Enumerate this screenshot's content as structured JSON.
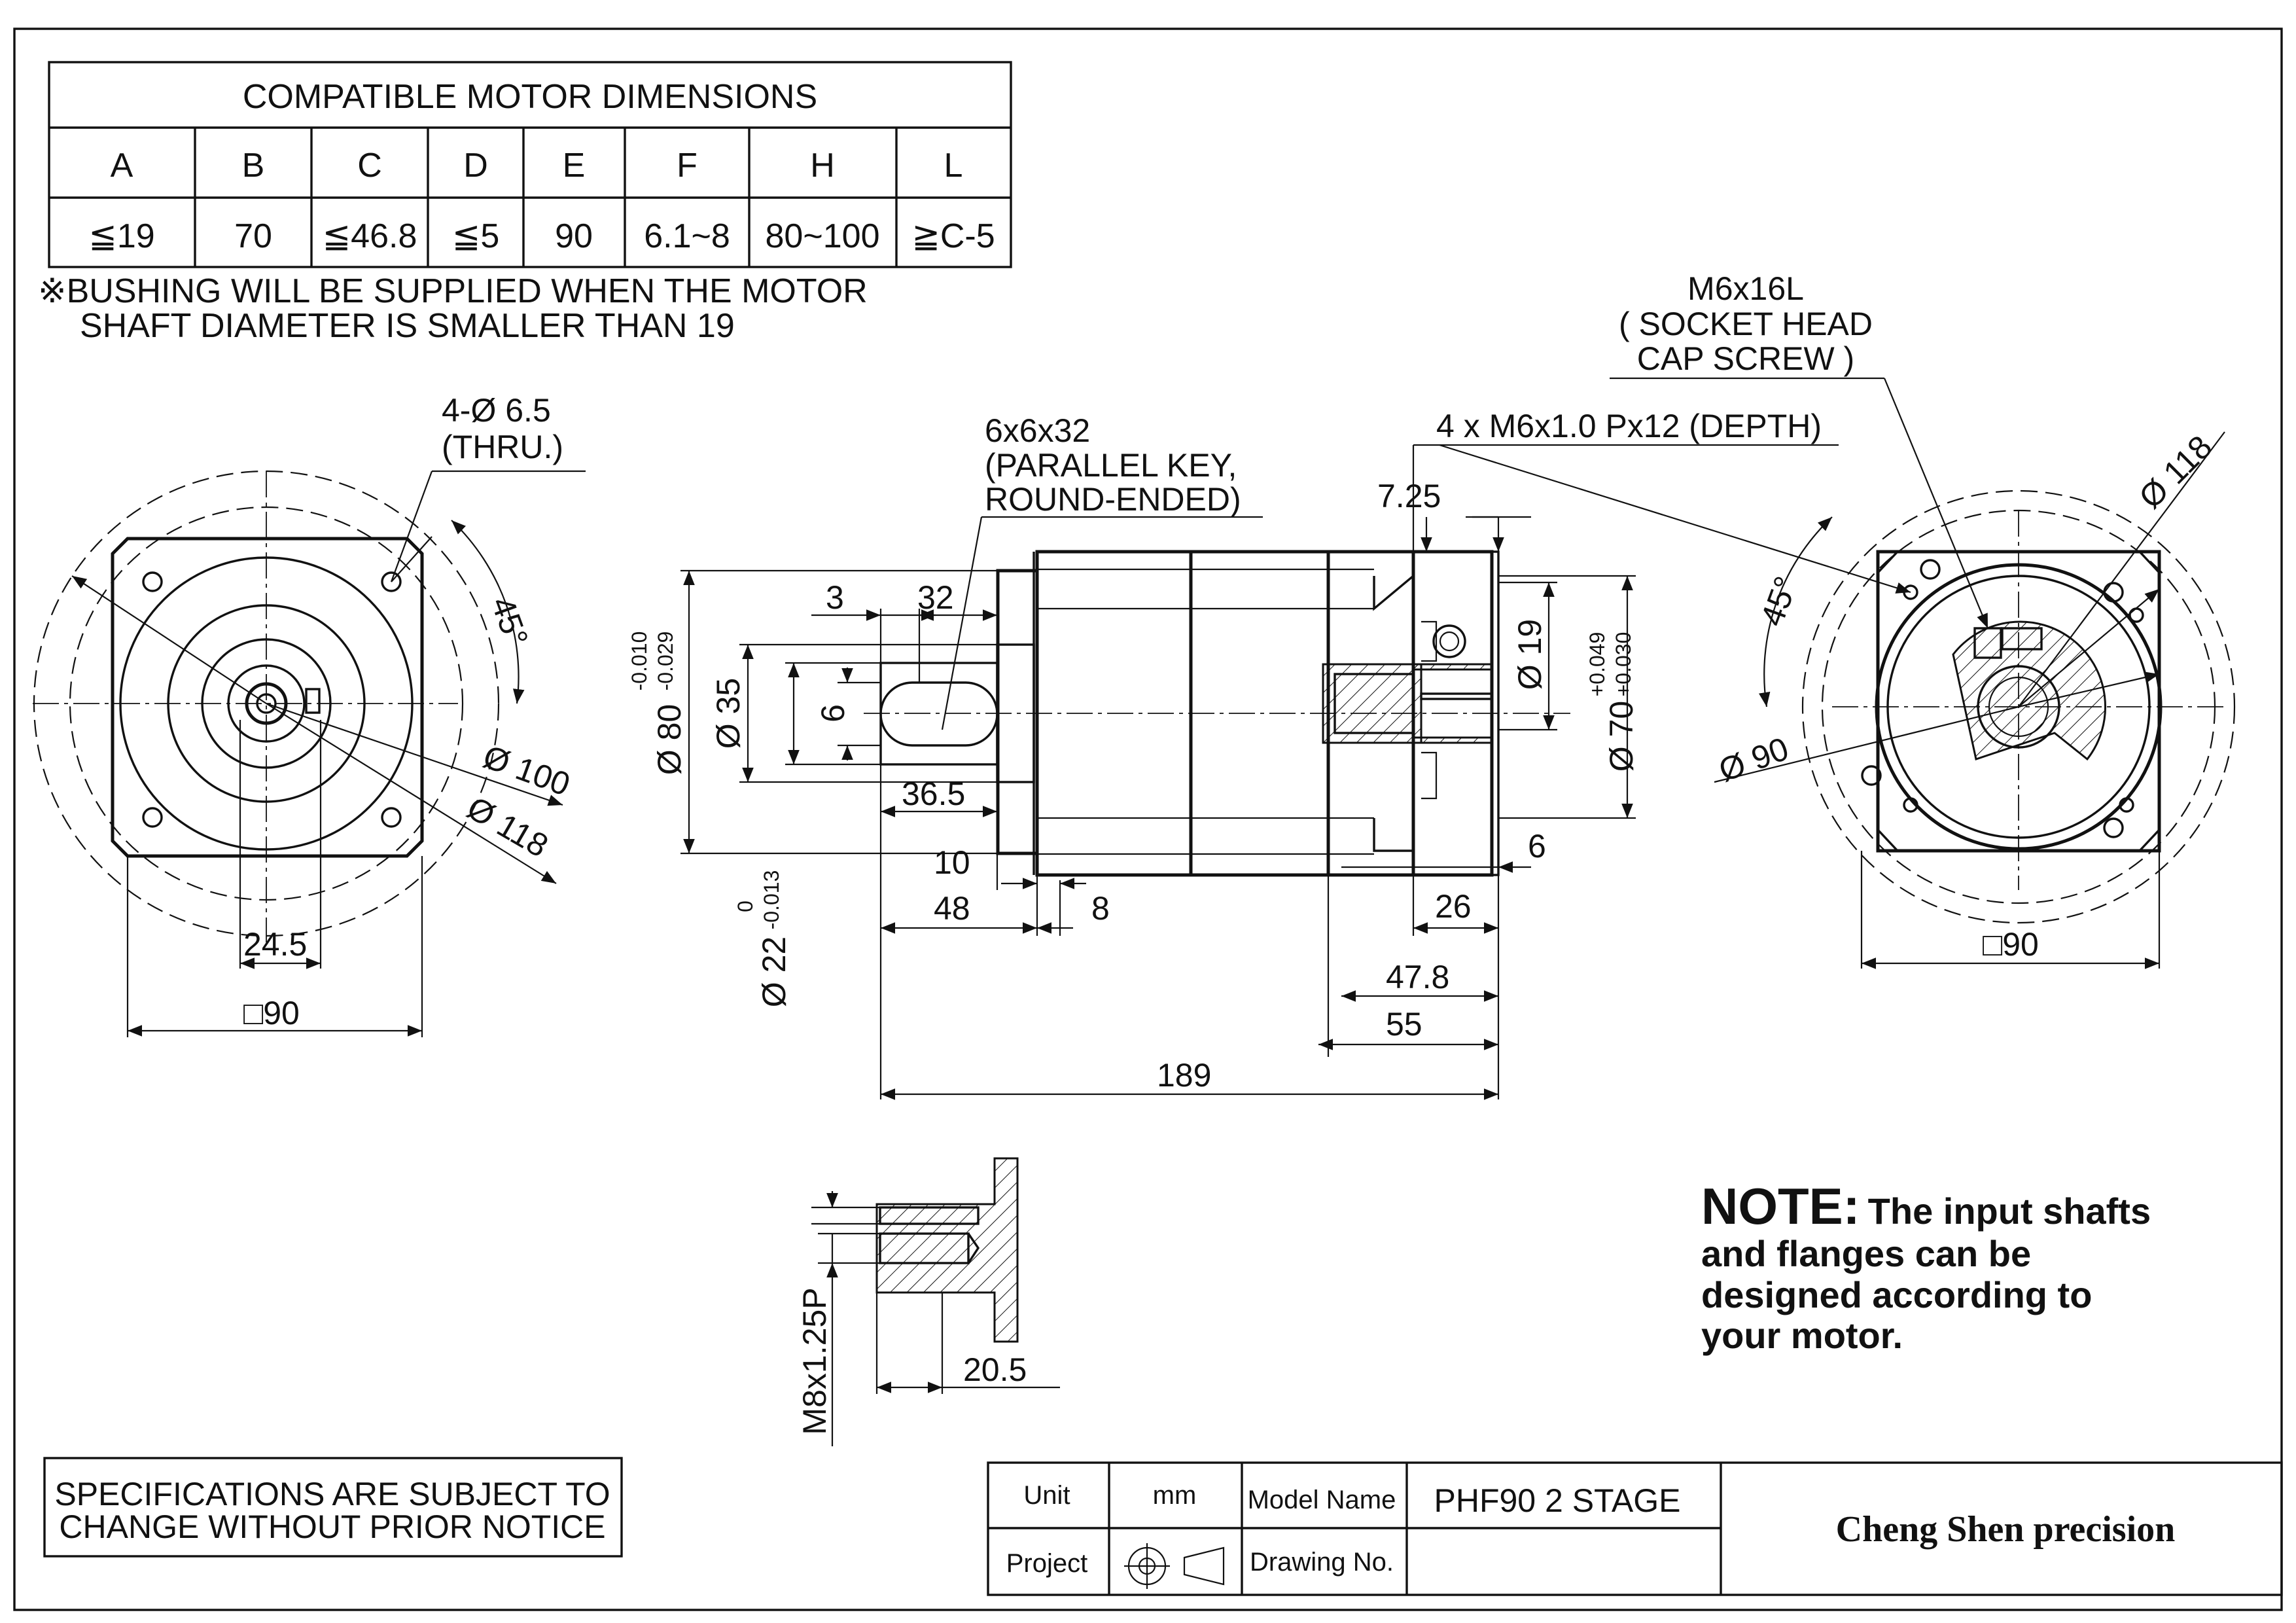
{
  "motor_table": {
    "title": "COMPATIBLE MOTOR DIMENSIONS",
    "headers": [
      "A",
      "B",
      "C",
      "D",
      "E",
      "F",
      "H",
      "L"
    ],
    "values": [
      "≦19",
      "70",
      "≦46.8",
      "≦5",
      "90",
      "6.1~8",
      "80~100",
      "≧C-5"
    ]
  },
  "bushing_note": {
    "line1": "※BUSHING WILL BE SUPPLIED WHEN THE MOTOR",
    "line2": "SHAFT DIAMETER IS SMALLER THAN 19"
  },
  "front_view": {
    "holes_label": "4-Ø 6.5",
    "holes_sub": "(THRU.)",
    "angle": "45°",
    "dia_100": "Ø 100",
    "dia_118": "Ø 118",
    "offset": "24.5",
    "square": "□90"
  },
  "side_view": {
    "key_label_1": "6x6x32",
    "key_label_2": "(PARALLEL KEY,",
    "key_label_3": "ROUND-ENDED)",
    "dim_3": "3",
    "dim_32": "32",
    "dim_6": "6",
    "dim_36_5": "36.5",
    "dia_35": "Ø 35",
    "dia_80": "Ø 80",
    "dia_80_tol_upper": "-0.010",
    "dia_80_tol_lower": "-0.029",
    "dia_22": "Ø 22",
    "dia_22_tol_upper": "0",
    "dia_22_tol_lower": "-0.013",
    "dim_10": "10",
    "dim_48": "48",
    "dim_8": "8",
    "dim_7_25": "7.25",
    "dia_19": "Ø 19",
    "dia_70": "Ø 70",
    "dia_70_tol_upper": "+0.049",
    "dia_70_tol_lower": "+0.030",
    "dim_6b": "6",
    "dim_26": "26",
    "dim_47_8": "47.8",
    "dim_55": "55",
    "dim_189": "189",
    "screw_label": "4 x M6x1.0 Px12 (DEPTH)"
  },
  "rear_view": {
    "screw_1": "M6x16L",
    "screw_2": "( SOCKET HEAD",
    "screw_3": "CAP SCREW )",
    "dia_118": "Ø 118",
    "angle": "45°",
    "dia_90": "Ø 90",
    "square": "□90"
  },
  "flange_detail": {
    "thread": "M8x1.25P",
    "depth": "20.5"
  },
  "note": {
    "head": "NOTE:",
    "line1": "The input shafts",
    "line2": "and flanges can be",
    "line3": "designed according to",
    "line4": "your motor."
  },
  "spec_box": {
    "line1": "SPECIFICATIONS ARE SUBJECT  TO",
    "line2": "CHANGE WITHOUT PRIOR NOTICE"
  },
  "title_block": {
    "unit_label": "Unit",
    "unit_value": "mm",
    "model_label": "Model Name",
    "model_value": "PHF90 2 STAGE",
    "project_label": "Project",
    "drawing_label": "Drawing No.",
    "company": "Cheng Shen precision"
  }
}
